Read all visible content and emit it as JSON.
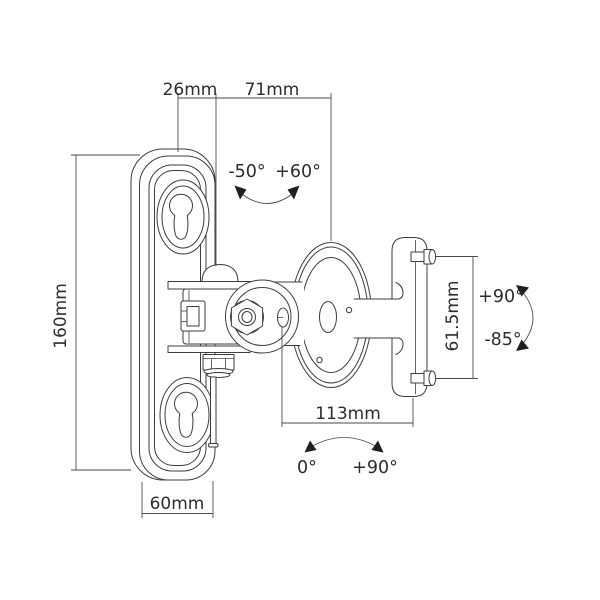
{
  "drawing": {
    "type": "technical-line-drawing",
    "subject": "monitor wall mount bracket side/front schematic with dimensions and rotation ranges"
  },
  "dimensions": {
    "top_offset": "26mm",
    "top_depth": "71mm",
    "plate_height": "160mm",
    "plate_width": "60mm",
    "arm_reach": "113mm",
    "bracket_pitch": "61.5mm"
  },
  "angles": {
    "swivel_min": "-50°",
    "swivel_max": "+60°",
    "tilt_up": "+90°",
    "tilt_down": "-85°",
    "rotation_min": "0°",
    "rotation_max": "+90°"
  },
  "colors": {
    "background": "#ffffff",
    "line": "#3d3d3d",
    "dimension_line": "#4a4a4a",
    "text": "#2c2c2c",
    "arrow": "#1f1f1f"
  }
}
